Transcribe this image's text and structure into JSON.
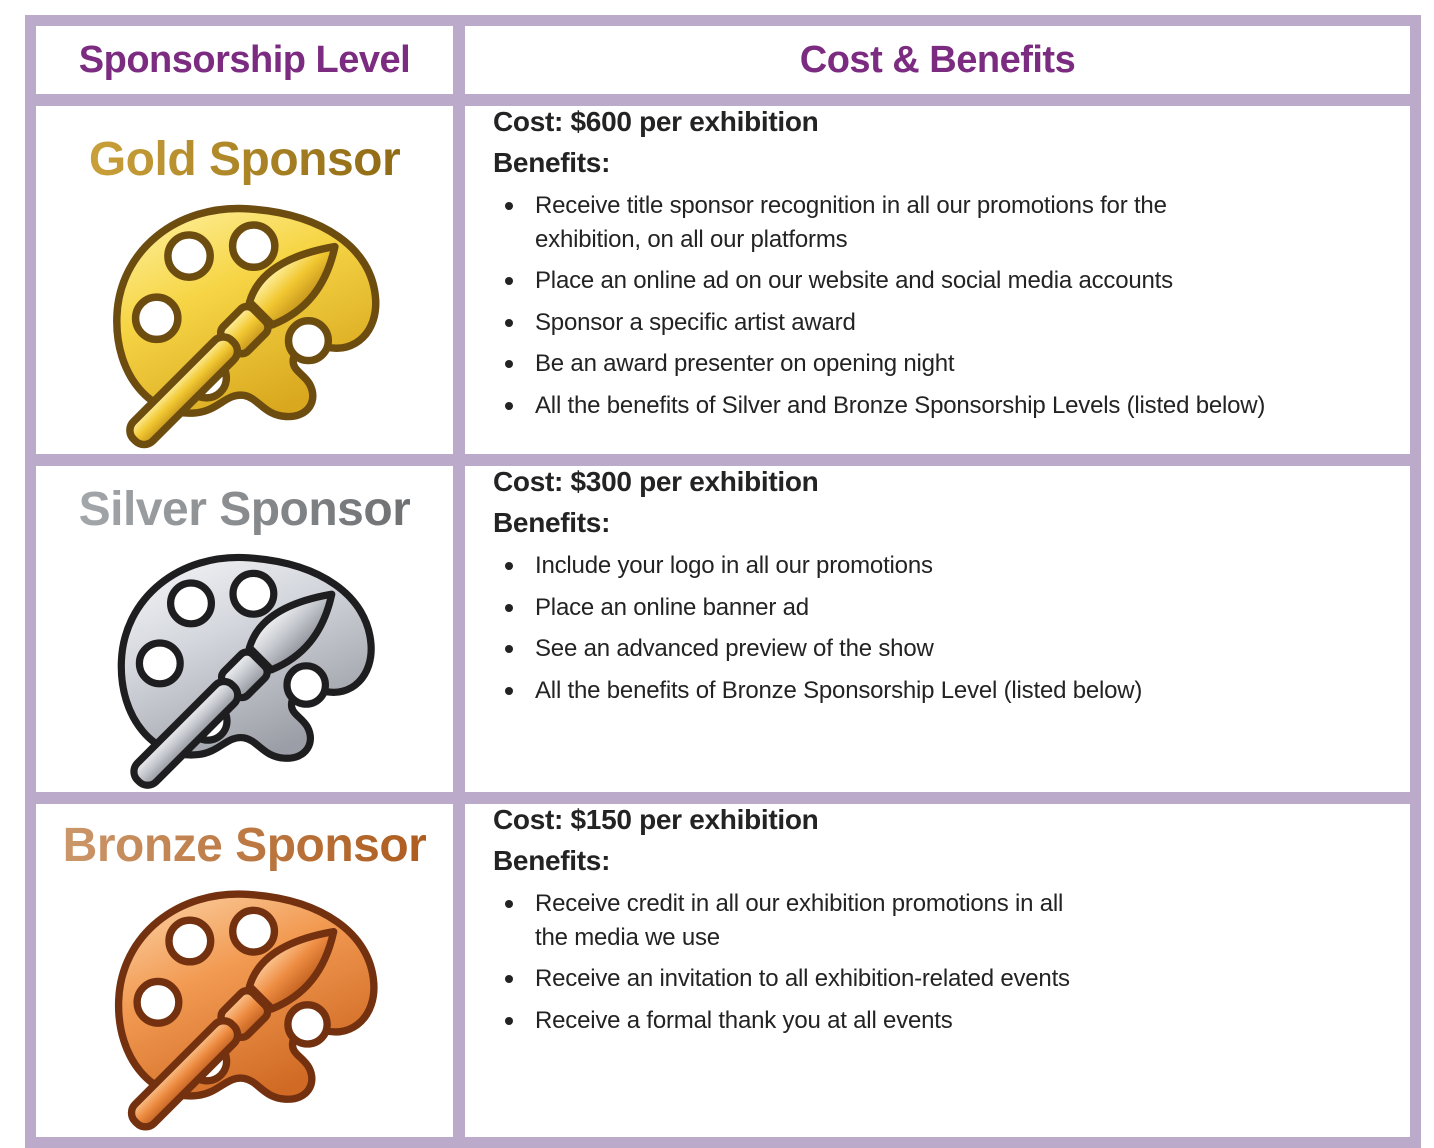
{
  "table": {
    "headers": {
      "level": "Sponsorship Level",
      "benefits": "Cost & Benefits"
    },
    "rows": [
      {
        "id": "gold",
        "title": "Gold Sponsor",
        "icon": "gold-palette-brush-icon",
        "cost": "Cost: $600 per exhibition",
        "benefits_label": "Benefits:",
        "benefits": [
          "Receive title sponsor recognition in all our promotions for the\nexhibition, on all our platforms",
          "Place an online ad on our website and social media accounts",
          "Sponsor a specific artist award",
          "Be an award presenter on opening night",
          "All the benefits of Silver and Bronze Sponsorship Levels (listed below)"
        ]
      },
      {
        "id": "silver",
        "title": "Silver Sponsor",
        "icon": "silver-palette-brush-icon",
        "cost": "Cost: $300 per exhibition",
        "benefits_label": "Benefits:",
        "benefits": [
          "Include your logo in all our promotions",
          "Place an online banner ad",
          "See an advanced preview of the show",
          "All the benefits of Bronze Sponsorship Level (listed below)"
        ]
      },
      {
        "id": "bronze",
        "title": "Bronze Sponsor",
        "icon": "bronze-palette-brush-icon",
        "cost": "Cost: $150 per exhibition",
        "benefits_label": "Benefits:",
        "benefits": [
          "Receive credit in all our exhibition promotions in all\nthe media we use",
          "Receive an invitation to all exhibition-related events",
          "Receive a formal thank you at all events"
        ]
      }
    ]
  },
  "colors": {
    "table_border": "#bcaacb",
    "header_text": "#7b2c81",
    "body_text": "#232323",
    "gold_title_from": "#c9a03a",
    "gold_title_to": "#8f6a14",
    "gold_icon_light": "#ffe97d",
    "gold_icon_dark": "#d9a81f",
    "gold_icon_outline": "#6d4c10",
    "silver_title_from": "#a3a7aa",
    "silver_title_to": "#6e7072",
    "silver_icon_light": "#f4f5f7",
    "silver_icon_dark": "#9b9ea6",
    "silver_icon_outline": "#1e1e20",
    "bronze_title_from": "#cb976a",
    "bronze_title_to": "#ae5c1e",
    "bronze_icon_light": "#fbc996",
    "bronze_icon_dark": "#d06a24",
    "bronze_icon_outline": "#74310f"
  }
}
